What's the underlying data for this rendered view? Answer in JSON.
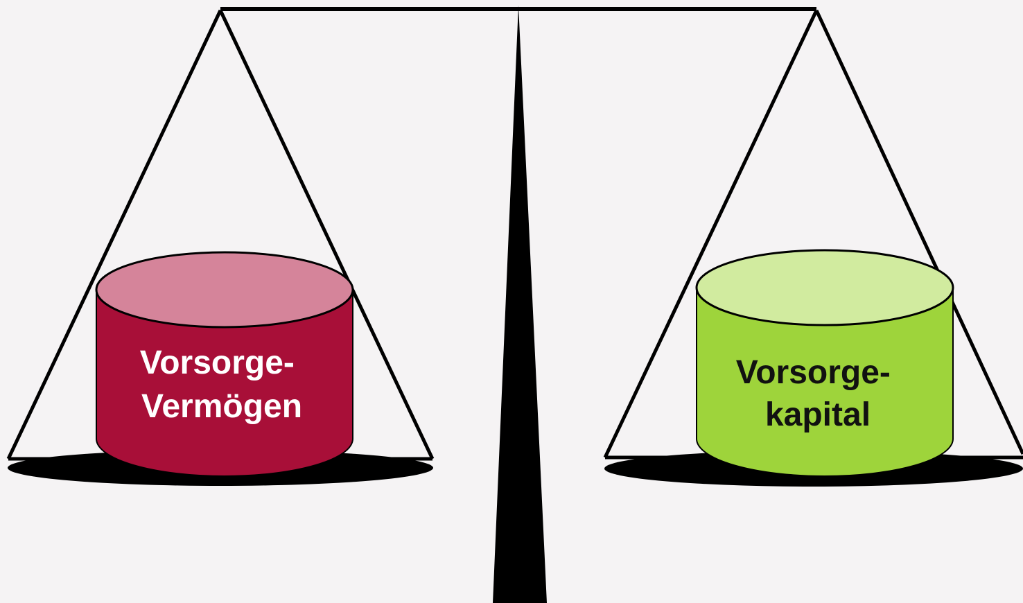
{
  "colors": {
    "background": "#f5f3f4",
    "line": "#000000",
    "left_body": "#a80f38",
    "left_top": "#d5849a",
    "right_body": "#9ed43b",
    "right_top": "#d1eb9f",
    "left_text": "#ffffff",
    "right_text": "#111111"
  },
  "left_pan": {
    "label_line1": "Vorsorge-",
    "label_line2": "Vermögen"
  },
  "right_pan": {
    "label_line1": "Vorsorge-",
    "label_line2": "kapital"
  }
}
